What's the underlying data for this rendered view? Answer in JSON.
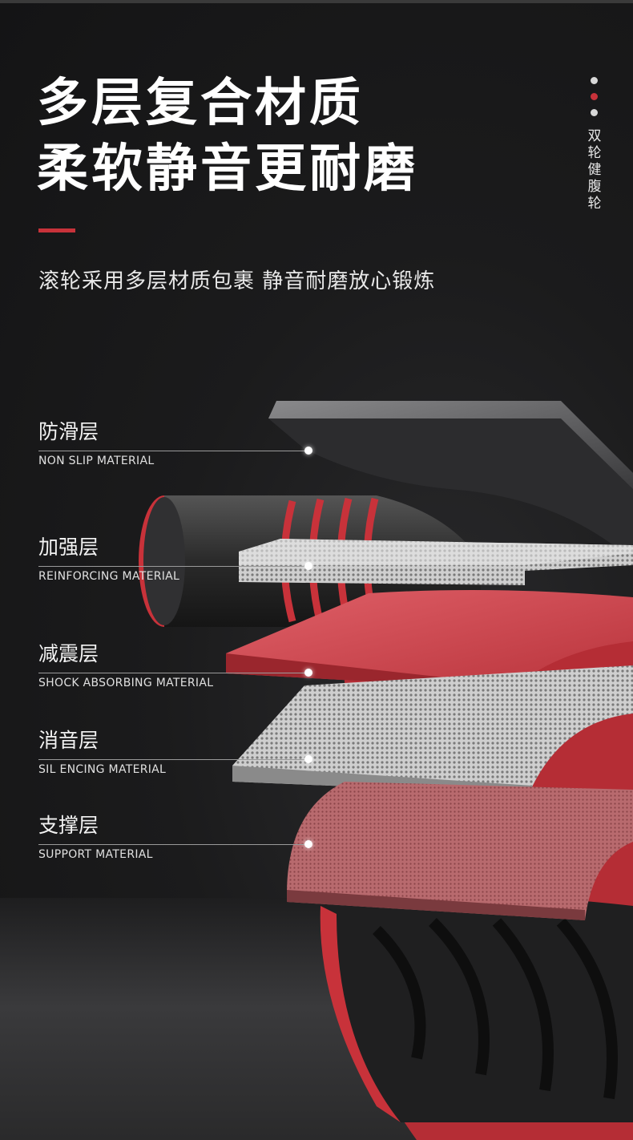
{
  "headline": {
    "line1": "多层复合材质",
    "line2": "柔软静音更耐磨"
  },
  "subtitle": "滚轮采用多层材质包裹 静音耐磨放心锻炼",
  "side": {
    "vertical_text": [
      "双",
      "轮",
      "健",
      "腹",
      "轮"
    ]
  },
  "layers": [
    {
      "cn": "防滑层",
      "en": "NON SLIP MATERIAL"
    },
    {
      "cn": "加强层",
      "en": "REINFORCING MATERIAL"
    },
    {
      "cn": "减震层",
      "en": "SHOCK ABSORBING MATERIAL"
    },
    {
      "cn": "消音层",
      "en": "SIL ENCING MATERIAL"
    },
    {
      "cn": "支撑层",
      "en": "SUPPORT MATERIAL"
    }
  ],
  "colors": {
    "accent": "#c8323a",
    "background": "#1a1a1b"
  }
}
